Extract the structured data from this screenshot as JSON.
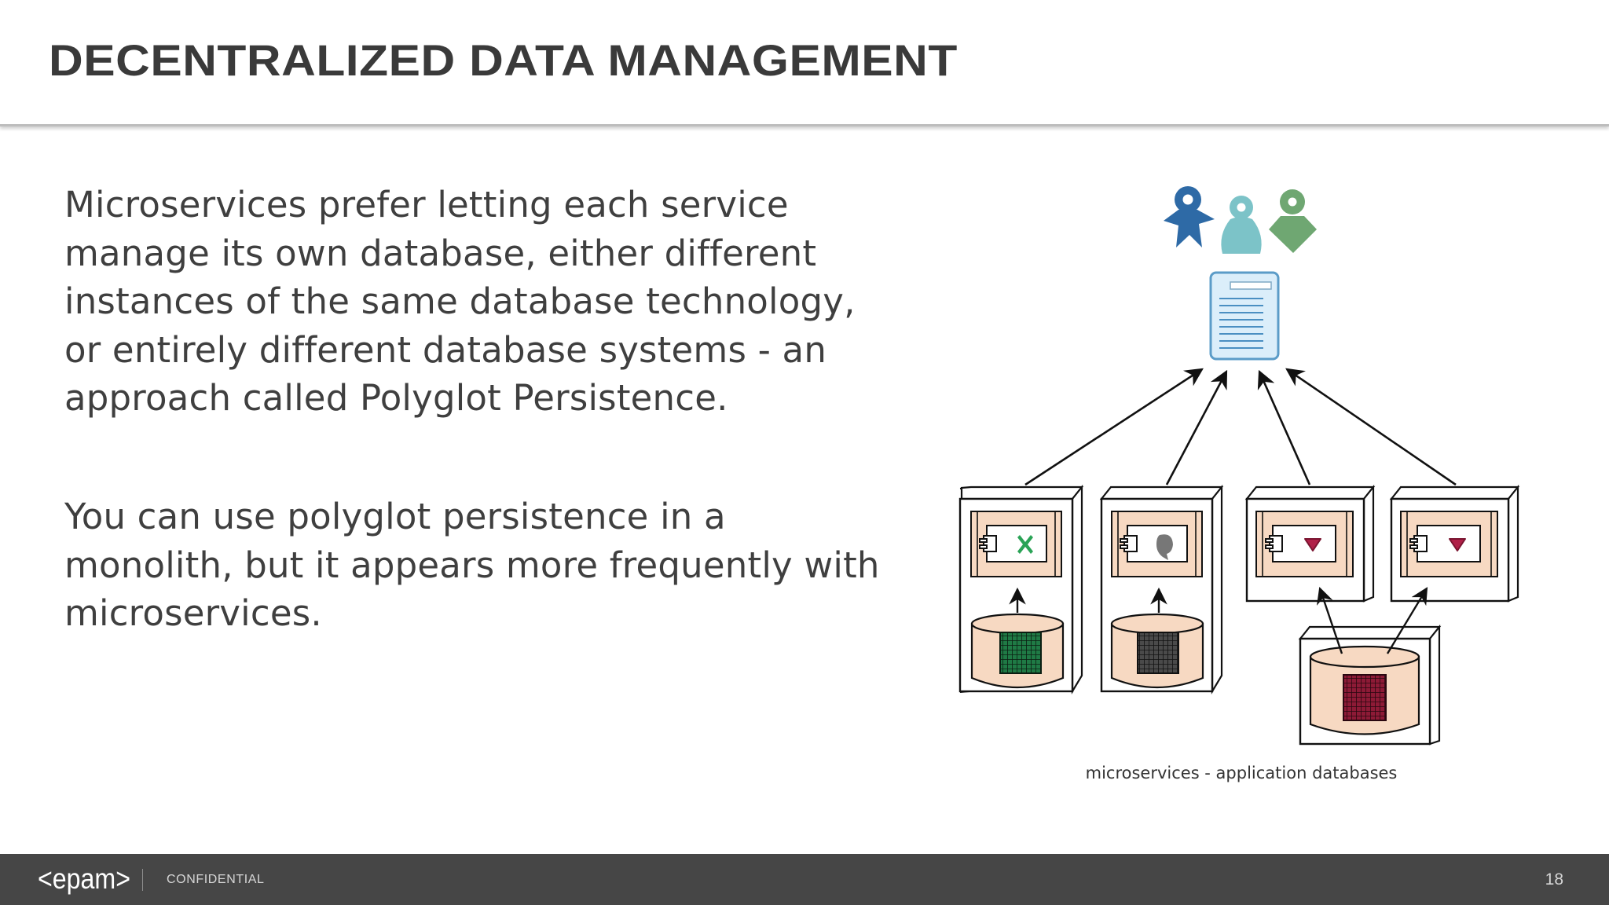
{
  "slide": {
    "title": "DECENTRALIZED DATA MANAGEMENT",
    "paragraphs": [
      "Microservices prefer letting each service manage its own database, either different instances of the same database technology, or entirely different database systems - an approach called Polyglot Persistence.",
      "You can use polyglot persistence in a monolith, but it appears more frequently with microservices."
    ],
    "diagram": {
      "caption": "microservices - application databases",
      "icons": {
        "users": "users-icon",
        "consumer": "document-icon",
        "service": "service-component-icon",
        "database": "database-icon"
      },
      "colors": {
        "user_dark_blue": "#2e6aa6",
        "user_teal": "#7cc3c8",
        "user_green": "#6fa772",
        "db_green": "#1f7a45",
        "db_gray": "#3e3e3e",
        "db_red": "#8d1a36",
        "box_fill": "#f7d9c2"
      }
    }
  },
  "footer": {
    "logo": "<epam>",
    "label": "CONFIDENTIAL",
    "page_number": "18"
  }
}
